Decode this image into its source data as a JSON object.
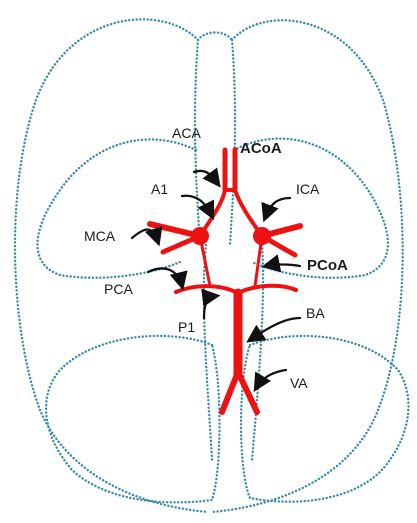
{
  "colors": {
    "outline": "#3a8aa8",
    "vessel": "#ee1111",
    "arrow": "#111111",
    "text": "#1a1a1a"
  },
  "labels": {
    "aca": "ACA",
    "acoa": "ACoA",
    "a1": "A1",
    "ica": "ICA",
    "mca": "MCA",
    "pcoa": "PCoA",
    "pca": "PCA",
    "p1": "P1",
    "ba": "BA",
    "va": "VA"
  }
}
